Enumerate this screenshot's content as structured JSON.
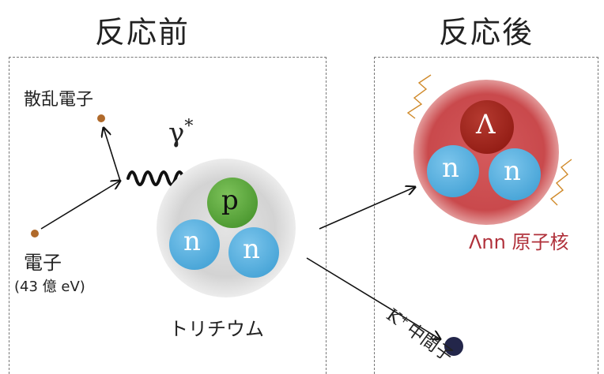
{
  "headings": {
    "before": "反応前",
    "after": "反応後"
  },
  "labels": {
    "scattered_electron": "散乱電子",
    "electron": "電子",
    "electron_energy": "(43 億 eV)",
    "gamma": "γ",
    "gamma_sup": "*",
    "proton": "p",
    "neutron": "n",
    "tritium": "トリチウム",
    "lambda": "Λ",
    "lambda_nn": "Λnn 原子核",
    "kaon": "K",
    "kaon_sup": "+",
    "kaon_word": "中間子"
  },
  "colors": {
    "electron": "#b06a2b",
    "proton": "#5aa83a",
    "neutron": "#5bb3e0",
    "lambda": "#a8281e",
    "nucleus_after": "#c9494c",
    "tritium_halo": "#c8c8c8",
    "kaon": "#23264a",
    "label_red": "#b0303a"
  }
}
